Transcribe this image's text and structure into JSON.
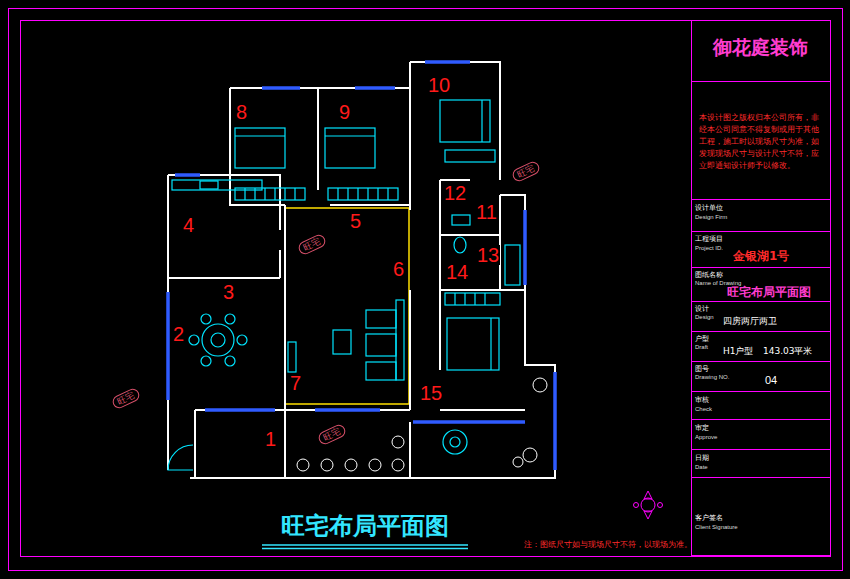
{
  "diagram": {
    "title": "旺宅布局平面图",
    "nodes": [
      {
        "text": [
          "御花庭装饰"
        ]
      },
      {
        "text": [
          "本设计图之版权归本公司所有，非经本公司同意不得复制或用于其他工程，施工时以现场尺寸为准，如发现现场尺寸与设计尺寸不符，应立即通知设计师予以修改。"
        ]
      },
      {
        "text": [
          "设计单位",
          "Design Firm"
        ]
      },
      {
        "text": [
          "工程项目",
          "Project ID.",
          "金银湖1号"
        ]
      },
      {
        "text": [
          "图纸名称",
          "Name of Drawing",
          "旺宅布局平面图"
        ]
      },
      {
        "text": [
          "设计",
          "Design",
          "四房两厅两卫"
        ]
      },
      {
        "text": [
          "户型",
          "Draft",
          "H1户型",
          "143.03平米"
        ]
      },
      {
        "text": [
          "图号",
          "Drawing NO.",
          "04"
        ]
      },
      {
        "text": [
          "审核",
          "Check"
        ]
      },
      {
        "text": [
          "审定",
          "Approve"
        ]
      },
      {
        "text": [
          "日期",
          "Date"
        ]
      },
      {
        "text": [
          "客户签名",
          "Client Signature"
        ]
      }
    ],
    "labels": [
      "1",
      "2",
      "3",
      "4",
      "5",
      "6",
      "7",
      "8",
      "9",
      "10",
      "11",
      "12",
      "13",
      "14",
      "15",
      "旺宅",
      "旺宅",
      "旺宅",
      "旺宅",
      "注：图纸尺寸如与现场尺寸不符，以现场为准。"
    ]
  }
}
